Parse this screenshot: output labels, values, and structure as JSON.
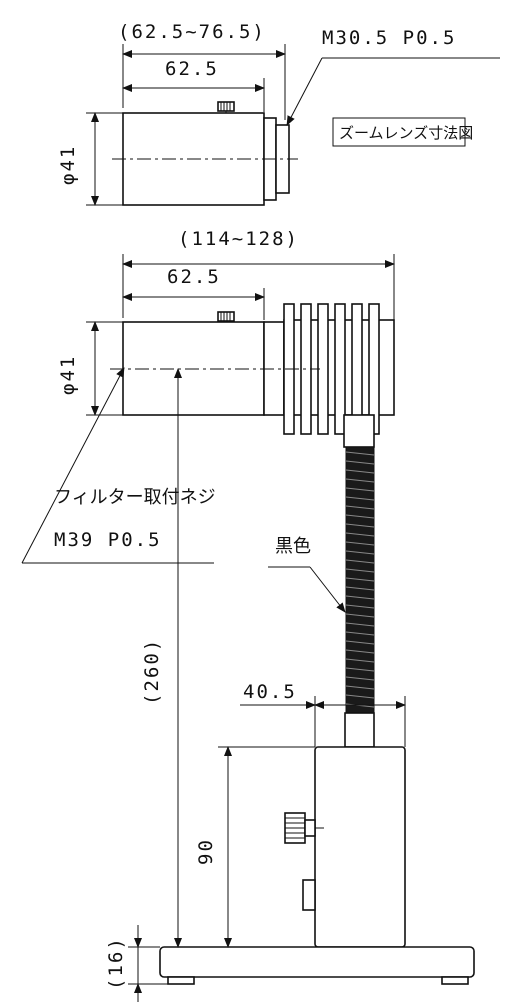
{
  "zoom_lens": {
    "label": "ズームレンズ寸法図",
    "length_range": "(62.5~76.5)",
    "length": "62.5",
    "diameter": "φ41",
    "mount_thread": "M30.5 P0.5"
  },
  "assembly": {
    "total_length_range": "(114~128)",
    "length": "62.5",
    "diameter": "φ41",
    "filter_thread_label": "フィルター取付ネジ",
    "filter_thread_spec": "M39 P0.5",
    "color_label": "黒色",
    "height": "(260)",
    "base_width": "40.5",
    "base_height": "90",
    "foot_height": "(16)"
  }
}
